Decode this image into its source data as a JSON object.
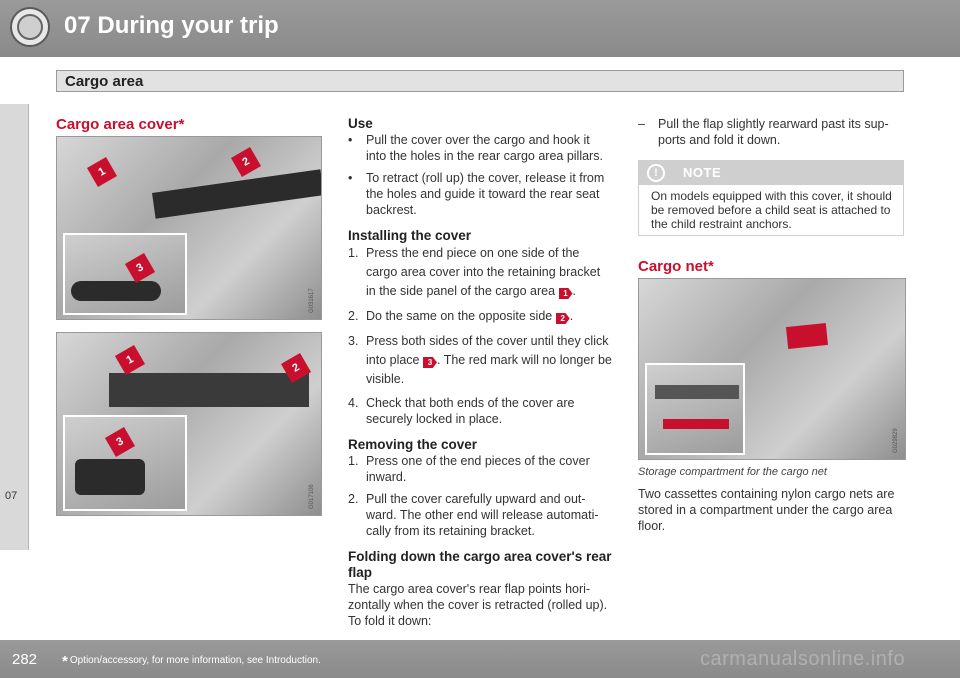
{
  "header": {
    "chapter_title": "07 During your trip",
    "section_title": "Cargo area"
  },
  "side_tab": {
    "label": "07"
  },
  "left": {
    "heading": "Cargo area cover*",
    "image1": {
      "marks": [
        "1",
        "2",
        "3"
      ],
      "code": "G031617"
    },
    "image2": {
      "marks": [
        "1",
        "2",
        "3"
      ],
      "code": "G017106"
    }
  },
  "middle": {
    "use": {
      "heading": "Use",
      "bullets": [
        "Pull the cover over the cargo and hook it into the holes in the rear cargo area pillars.",
        "To retract (roll up) the cover, release it from the holes and guide it toward the rear seat backrest."
      ]
    },
    "installing": {
      "heading": "Installing the cover",
      "steps": [
        {
          "num": "1.",
          "text": "Press the end piece on one side of the cargo area cover into the retaining bracket in the side panel of the cargo area",
          "mark": "1",
          "after": "."
        },
        {
          "num": "2.",
          "text": "Do the same on the opposite side",
          "mark": "2",
          "after": "."
        },
        {
          "num": "3.",
          "text": "Press both sides of the cover until they click into place",
          "mark": "3",
          "after": ". The red mark will no longer be visible."
        },
        {
          "num": "4.",
          "text": "Check that both ends of the cover are securely locked in place.",
          "mark": "",
          "after": ""
        }
      ]
    },
    "removing": {
      "heading": "Removing the cover",
      "steps": [
        {
          "num": "1.",
          "text": "Press one of the end pieces of the cover inward."
        },
        {
          "num": "2.",
          "text": "Pull the cover carefully upward and out-ward. The other end will release automati-cally from its retaining bracket."
        }
      ]
    },
    "folding": {
      "heading": "Folding down the cargo area cover's rear flap",
      "text": "The cargo area cover's rear flap points hori-zontally when the cover is retracted (rolled up). To fold it down:"
    }
  },
  "right": {
    "dash_item": "Pull the flap slightly rearward past its sup-ports and fold it down.",
    "note": {
      "title": "NOTE",
      "text": "On models equipped with this cover, it should be removed before a child seat is attached to the child restraint anchors."
    },
    "cargo_net_heading": "Cargo net*",
    "image3": {
      "code": "G029829"
    },
    "caption": "Storage compartment for the cargo net",
    "paragraph": "Two cassettes containing nylon cargo nets are stored in a compartment under the cargo area floor."
  },
  "footer": {
    "page_number": "282",
    "footnote_star": "*",
    "footnote": "Option/accessory, for more information, see Introduction.",
    "watermark": "carmanualsonline.info"
  }
}
